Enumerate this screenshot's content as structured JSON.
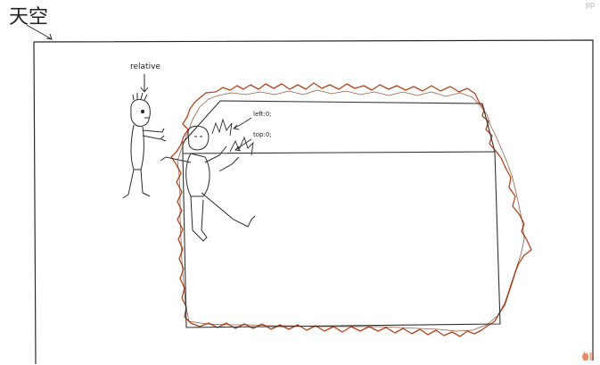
{
  "labels": {
    "sky": "天空",
    "relative": "relative",
    "left": "left:0;",
    "top": "top:0;",
    "corner_mark": "pp"
  },
  "colors": {
    "ink": "#2b2b2b",
    "fire": "#b5441c",
    "fire_dark": "#7a2a10",
    "background": "#ffffff",
    "watermark": "#e8622e"
  }
}
